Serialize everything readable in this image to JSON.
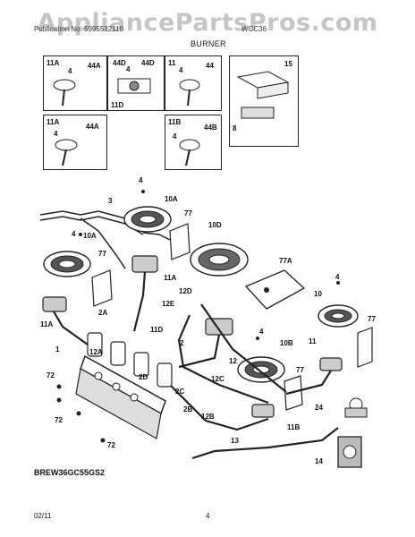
{
  "watermark": "AppliancePartsPros.com",
  "header": {
    "left": "Publication No. 5995532110",
    "right": "WCC36"
  },
  "section_title": "BURNER",
  "model_number": "BREW36GC55GS2",
  "footer": {
    "date": "02/11",
    "page": "4"
  },
  "panels": {
    "p1": {
      "main": "11A",
      "ref": [
        "4",
        "44A"
      ]
    },
    "p2": {
      "main": "11D",
      "ref": [
        "44D",
        "4",
        "44D"
      ]
    },
    "p3": {
      "main": "11",
      "ref": [
        "4",
        "44"
      ]
    },
    "p4": {
      "ref": [
        "15",
        "8"
      ]
    },
    "p5": {
      "main": "11A",
      "ref": [
        "4",
        "44A"
      ]
    },
    "p6": {
      "main": "11B",
      "ref": [
        "4",
        "44B"
      ]
    }
  },
  "callouts": {
    "c4a": "4",
    "c10a1": "10A",
    "c3": "3",
    "c77a": "77",
    "c4b": "4",
    "c10a2": "10A",
    "c77b": "77",
    "c10d": "10D",
    "c11a1": "11A",
    "c77a2": "77A",
    "c12d": "12D",
    "c2a": "2A",
    "c12e": "12E",
    "c11a2": "11A",
    "c11d": "11D",
    "c1": "1",
    "c12a": "12A",
    "c2": "2",
    "c4c": "4",
    "c10b": "10B",
    "c4d": "4",
    "c10": "10",
    "c77c": "77",
    "c11": "11",
    "c12": "12",
    "c2d": "2D",
    "c72a": "72",
    "c72b": "72",
    "c2c": "2C",
    "c12c": "12C",
    "c77d": "77",
    "c2b": "2B",
    "c12b": "12B",
    "c11b": "11B",
    "c24": "24",
    "c13": "13",
    "c72c": "72",
    "c14": "14"
  }
}
